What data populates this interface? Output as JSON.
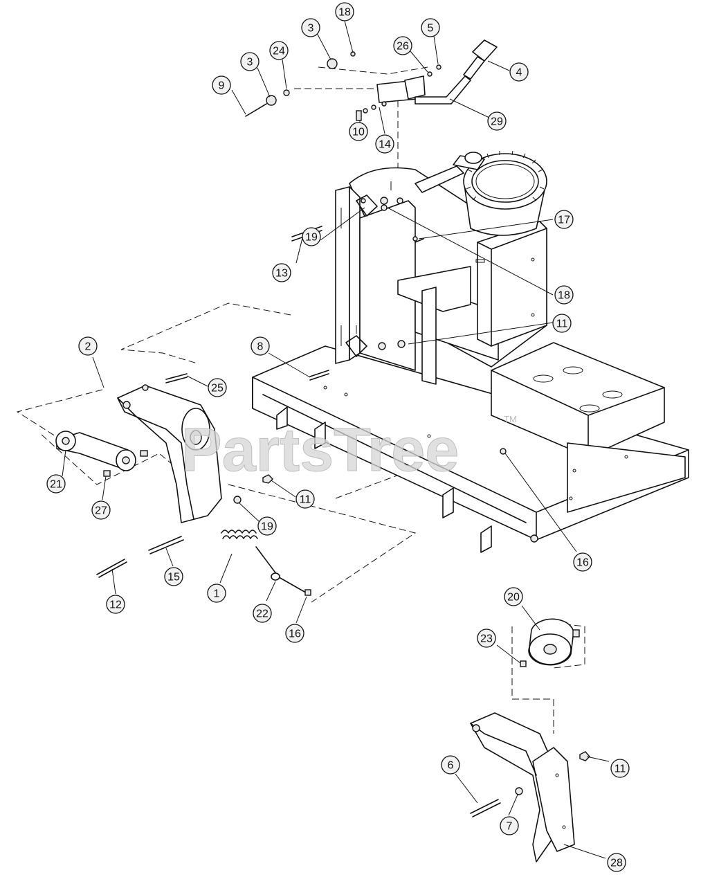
{
  "watermark": {
    "text": "PartsTree",
    "mark": "TM"
  },
  "callouts": [
    {
      "n": "1"
    },
    {
      "n": "2"
    },
    {
      "n": "3"
    },
    {
      "n": "3"
    },
    {
      "n": "4"
    },
    {
      "n": "5"
    },
    {
      "n": "6"
    },
    {
      "n": "7"
    },
    {
      "n": "8"
    },
    {
      "n": "9"
    },
    {
      "n": "10"
    },
    {
      "n": "11"
    },
    {
      "n": "11"
    },
    {
      "n": "11"
    },
    {
      "n": "12"
    },
    {
      "n": "13"
    },
    {
      "n": "14"
    },
    {
      "n": "15"
    },
    {
      "n": "16"
    },
    {
      "n": "16"
    },
    {
      "n": "17"
    },
    {
      "n": "18"
    },
    {
      "n": "18"
    },
    {
      "n": "19"
    },
    {
      "n": "19"
    },
    {
      "n": "20"
    },
    {
      "n": "21"
    },
    {
      "n": "22"
    },
    {
      "n": "23"
    },
    {
      "n": "24"
    },
    {
      "n": "25"
    },
    {
      "n": "26"
    },
    {
      "n": "27"
    },
    {
      "n": "28"
    },
    {
      "n": "29"
    }
  ]
}
